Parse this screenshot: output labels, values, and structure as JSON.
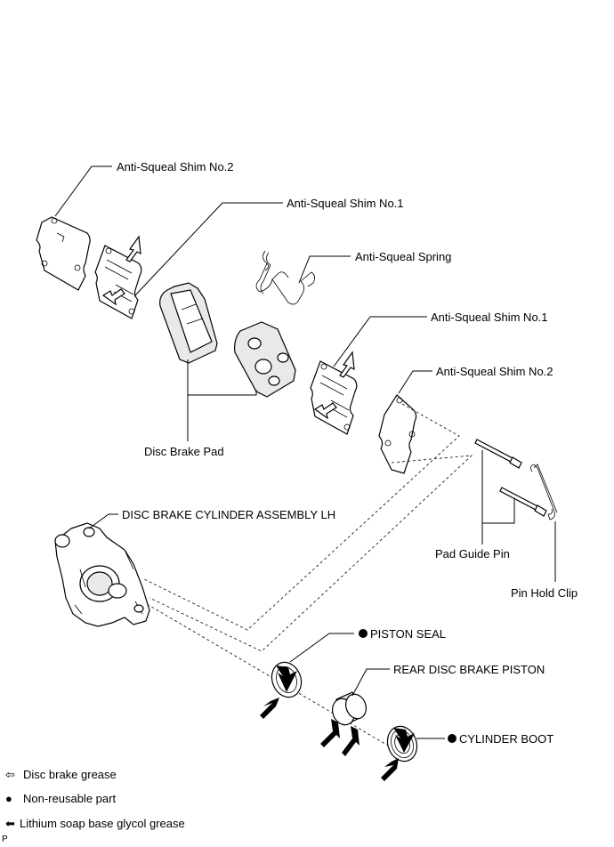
{
  "labels": {
    "shim2_top": "Anti-Squeal Shim No.2",
    "shim1_top": "Anti-Squeal Shim No.1",
    "spring": "Anti-Squeal Spring",
    "shim1_right": "Anti-Squeal Shim No.1",
    "shim2_right": "Anti-Squeal Shim No.2",
    "disc_brake_pad": "Disc Brake Pad",
    "cylinder_assembly": "DISC BRAKE CYLINDER ASSEMBLY LH",
    "pad_guide_pin": "Pad Guide Pin",
    "pin_hold_clip": "Pin Hold Clip",
    "piston_seal": "PISTON SEAL",
    "piston": "REAR DISC BRAKE PISTON",
    "cylinder_boot": "CYLINDER BOOT"
  },
  "legend": {
    "disc_brake_grease": {
      "symbol": "⇦",
      "text": "Disc brake grease"
    },
    "non_reusable": {
      "symbol": "●",
      "text": "Non-reusable part"
    },
    "lithium_grease": {
      "symbol": "⬅",
      "text": "Lithium soap base glycol grease"
    }
  },
  "corner_mark": "P",
  "icons": {
    "non_reusable_marker": "filled-circle-icon",
    "disc_brake_grease_marker": "hollow-arrow-icon",
    "lithium_grease_marker": "solid-arrow-icon"
  }
}
